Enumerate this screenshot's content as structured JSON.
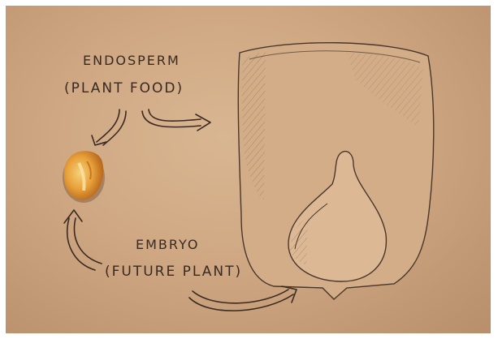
{
  "labels": {
    "endosperm_title": "Endosperm",
    "endosperm_sub": "(Plant Food)",
    "embryo_title": "Embryo",
    "embryo_sub": "(Future Plant)"
  },
  "colors": {
    "paper": "#cfa883",
    "ink": "#3a2a22",
    "kernel": "#e8a13a"
  }
}
